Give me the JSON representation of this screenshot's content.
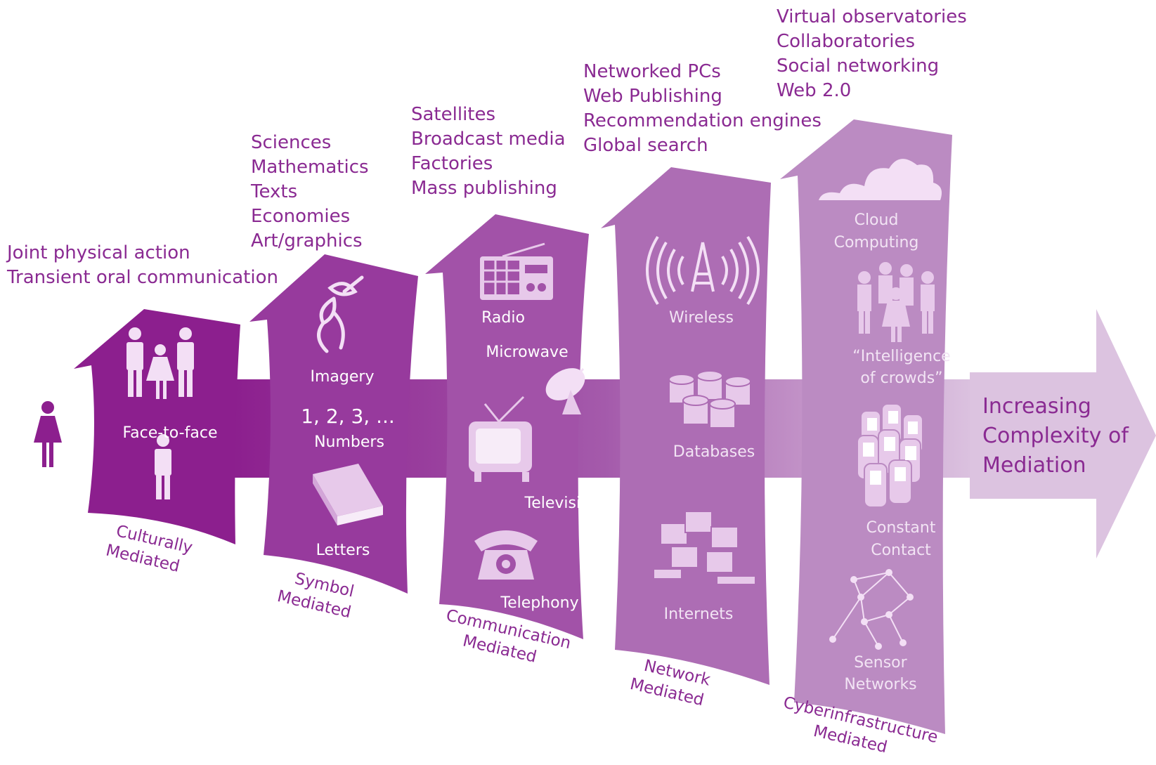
{
  "colors": {
    "text_purple": "#8a2a92",
    "panel1": "#8c1f8e",
    "panel2": "#973a9d",
    "panel3": "#a252a8",
    "panel4": "#ad6db4",
    "panel5": "#bb8bc2",
    "arrow_light": "#dcc3e0"
  },
  "start_icon": "woman-icon",
  "headers": {
    "culturally": [
      "Joint physical action",
      "Transient oral communication"
    ],
    "symbol": [
      "Sciences",
      "Mathematics",
      "Texts",
      "Economies",
      "Art/graphics"
    ],
    "communication": [
      "Satellites",
      "Broadcast media",
      "Factories",
      "Mass publishing"
    ],
    "network": [
      "Networked PCs",
      "Web Publishing",
      "Recommendation engines",
      "Global search"
    ],
    "cyber": [
      "Virtual observatories",
      "Collaboratories",
      "Social networking",
      "Web 2.0"
    ]
  },
  "stages": {
    "culturally": [
      "Culturally",
      "Mediated"
    ],
    "symbol": [
      "Symbol",
      "Mediated"
    ],
    "communication": [
      "Communication",
      "Mediated"
    ],
    "network": [
      "Network",
      "Mediated"
    ],
    "cyber": [
      "Cyberinfrastructure",
      "Mediated"
    ]
  },
  "panels": {
    "culturally": {
      "face_to_face": {
        "label": "Face-to-face",
        "icon": "family-icon"
      },
      "person": {
        "icon": "man-icon"
      }
    },
    "symbol": {
      "imagery": {
        "label": "Imagery",
        "icon": "cave-drawing-icon"
      },
      "numbers": {
        "sample": "1, 2, 3, ...",
        "label": "Numbers"
      },
      "letters": {
        "label": "Letters",
        "icon": "book-icon"
      }
    },
    "communication": {
      "radio": {
        "label": "Radio",
        "icon": "radio-icon"
      },
      "microwave": {
        "label": "Microwave",
        "icon": "satellite-dish-icon"
      },
      "television": {
        "label": "Television",
        "icon": "television-icon"
      },
      "telephony": {
        "label": "Telephony",
        "icon": "telephone-icon"
      }
    },
    "network": {
      "wireless": {
        "label": "Wireless",
        "icon": "antenna-icon"
      },
      "databases": {
        "label": "Databases",
        "icon": "database-icon"
      },
      "internets": {
        "label": "Internets",
        "icon": "computers-icon"
      }
    },
    "cyber": {
      "cloud": {
        "label": [
          "Cloud",
          "Computing"
        ],
        "icon": "cloud-icon"
      },
      "crowds": {
        "label": [
          "“Intelligence",
          "of crowds”"
        ],
        "icon": "crowd-icon"
      },
      "contact": {
        "label": [
          "Constant",
          "Contact"
        ],
        "icon": "mobile-phones-icon"
      },
      "sensors": {
        "label": [
          "Sensor",
          "Networks"
        ],
        "icon": "sensor-network-icon"
      }
    }
  },
  "arrow_text": [
    "Increasing",
    "Complexity of",
    "Mediation"
  ]
}
